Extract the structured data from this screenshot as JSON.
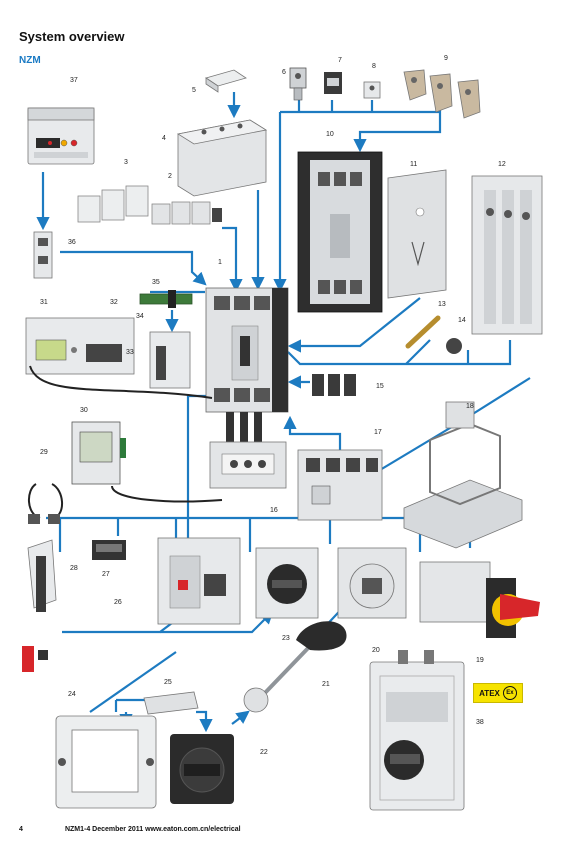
{
  "header": {
    "title": "System overview",
    "subtitle": "NZM"
  },
  "footer": {
    "page_number": "4",
    "text": "NZM1-4 December 2011 www.eaton.com.cn/electrical"
  },
  "atex": {
    "label": "ATEX",
    "symbol": "Ex"
  },
  "labels": {
    "n1": "1",
    "n2": "2",
    "n3": "3",
    "n4": "4",
    "n5": "5",
    "n6": "6",
    "n7": "7",
    "n8": "8",
    "n9": "9",
    "n10": "10",
    "n11": "11",
    "n12": "12",
    "n13": "13",
    "n14": "14",
    "n15": "15",
    "n16": "16",
    "n17": "17",
    "n18": "18",
    "n19": "19",
    "n20": "20",
    "n21": "21",
    "n22": "22",
    "n23": "23",
    "n24": "24",
    "n25": "25",
    "n26": "26",
    "n27": "27",
    "n28": "28",
    "n29": "29",
    "n30": "30",
    "n31": "31",
    "n32": "32",
    "n33": "33",
    "n34": "34",
    "n35": "35",
    "n36": "36",
    "n37": "37",
    "n38": "38"
  },
  "colors": {
    "line": "#1d7bc1",
    "body": "#e4e6e8",
    "dark": "#2b2b2b",
    "atex": "#f6e300",
    "red": "#d7262a"
  }
}
